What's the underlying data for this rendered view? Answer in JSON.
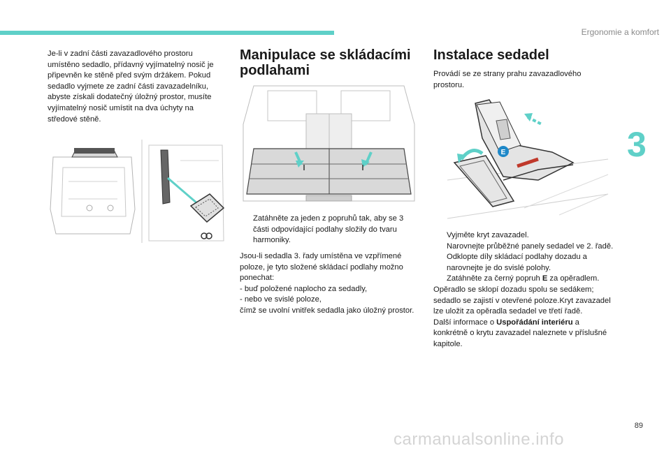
{
  "header": {
    "section_title": "Ergonomie a komfort",
    "chapter_number": "3",
    "page_number": "89"
  },
  "watermark": "carmanualsonline.info",
  "column1": {
    "intro": "Je-li v zadní části zavazadlového prostoru umístěno sedadlo, přídavný vyjímatelný nosič je připevněn ke stěně před svým držákem. Pokud sedadlo vyjmete ze zadní části zavazadelníku, abyste získali dodatečný úložný prostor, musíte vyjímatelný nosič umístit na dva úchyty na středové stěně."
  },
  "column2": {
    "heading_line1": "Manipulace se skládacími",
    "heading_line2": "podlahami",
    "bullet_mark": "",
    "bullet1": "Zatáhněte za jeden z popruhů tak, aby se 3 části odpovídající podlahy složily do tvaru harmoniky.",
    "para_intro": "Jsou-li sedadla 3. řady umístěna ve vzpřímené poloze, je tyto složené skládací podlahy možno ponechat:",
    "dash1": "-   buď položené naplocho za sedadly,",
    "dash2": "-   nebo ve svislé poloze,",
    "para_end": "čímž se uvolní vnitřek sedadla jako úložný prostor."
  },
  "column3": {
    "heading": "Instalace sedadel",
    "intro": "Provádí se ze strany prahu zavazadlového prostoru.",
    "callout_label": "E",
    "bullets": [
      "Vyjměte kryt zavazadel.",
      "Narovnejte průběžné panely sedadel ve 2. řadě.",
      "Odklopte díly skládací podlahy dozadu a narovnejte je do svislé polohy."
    ],
    "bullet4_before": "Zatáhněte za černý popruh ",
    "bullet4_bold": "E",
    "bullet4_after": " za opěradlem.",
    "para1": "Opěradlo se sklopí dozadu spolu se sedákem; sedadlo se zajistí v otevřené poloze.Kryt zavazadel lze uložit za opěradla sedadel ve třetí řadě.",
    "para2_before": "Další informace o ",
    "para2_bold": "Uspořádání interiéru",
    "para2_after": " a konkrétně o krytu zavazadel naleznete v příslušné kapitole."
  },
  "colors": {
    "accent_teal": "#5fd0c8",
    "callout_blue": "#1e88c8",
    "arrow_red": "#c0392b"
  }
}
